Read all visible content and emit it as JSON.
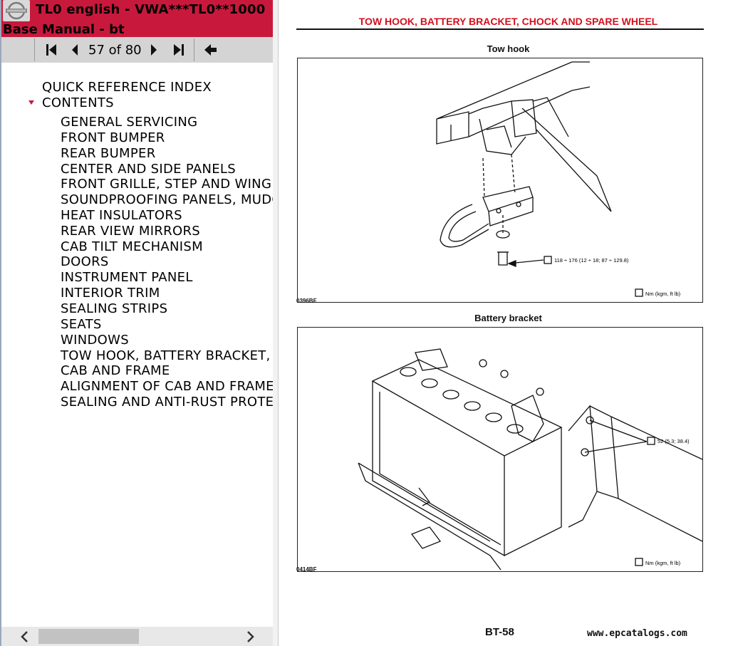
{
  "app": {
    "title": "TL0 english - VWA***TL0**1000",
    "subtitle": "Base Manual - bt"
  },
  "nav": {
    "page_counter": "57 of 80",
    "icons": [
      "first-page-icon",
      "prev-page-icon",
      "next-page-icon",
      "last-page-icon",
      "back-icon"
    ]
  },
  "toc": {
    "items": [
      {
        "label": "QUICK REFERENCE INDEX"
      },
      {
        "label": "CONTENTS"
      },
      {
        "label": "GENERAL SERVICING"
      },
      {
        "label": "FRONT BUMPER"
      },
      {
        "label": "REAR BUMPER"
      },
      {
        "label": "CENTER AND SIDE PANELS"
      },
      {
        "label": "FRONT GRILLE, STEP AND WING"
      },
      {
        "label": "SOUNDPROOFING PANELS, MUDG"
      },
      {
        "label": "HEAT INSULATORS"
      },
      {
        "label": "REAR VIEW MIRRORS"
      },
      {
        "label": "CAB TILT MECHANISM"
      },
      {
        "label": "DOORS"
      },
      {
        "label": "INSTRUMENT PANEL"
      },
      {
        "label": "INTERIOR TRIM"
      },
      {
        "label": "SEALING STRIPS"
      },
      {
        "label": "SEATS"
      },
      {
        "label": "WINDOWS"
      },
      {
        "label": "TOW HOOK, BATTERY BRACKET,"
      },
      {
        "label": "CAB AND FRAME"
      },
      {
        "label": "ALIGNMENT OF CAB AND FRAME"
      },
      {
        "label": "SEALING AND ANTI-RUST PROTE"
      }
    ]
  },
  "document": {
    "title": "TOW HOOK, BATTERY BRACKET, CHOCK AND SPARE WHEEL",
    "figures": [
      {
        "caption": "Tow hook",
        "code": "0396BF",
        "torque": "118 ÷ 176 (12 ÷ 18; 87 ÷ 129.8)",
        "legend": "Nm (kgm, ft lb)"
      },
      {
        "caption": "Battery bracket",
        "code": "0414BF",
        "torque": "52 (5.3; 38.4)",
        "legend": "Nm (kgm, ft lb)"
      }
    ],
    "page_number": "BT-58",
    "watermark": "www.epcatalogs.com"
  },
  "colors": {
    "header_bg": "#c8193c",
    "doc_title": "#d40f1c",
    "expand_arrow": "#c8193c"
  }
}
